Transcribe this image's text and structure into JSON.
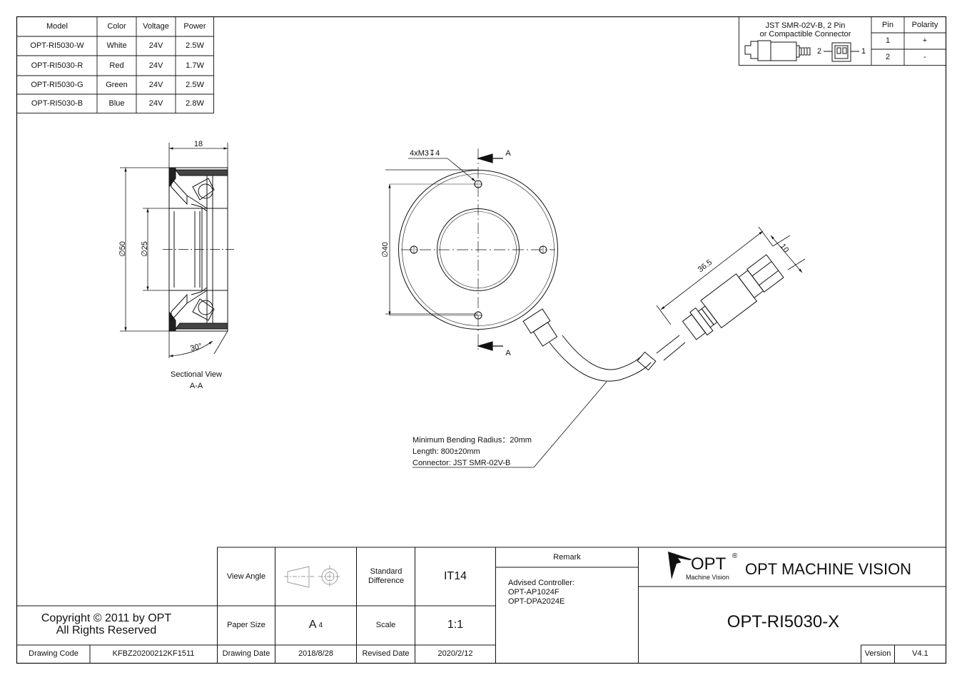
{
  "spec_table": {
    "headers": [
      "Model",
      "Color",
      "Voltage",
      "Power"
    ],
    "rows": [
      [
        "OPT-RI5030-W",
        "White",
        "24V",
        "2.5W"
      ],
      [
        "OPT-RI5030-R",
        "Red",
        "24V",
        "1.7W"
      ],
      [
        "OPT-RI5030-G",
        "Green",
        "24V",
        "2.5W"
      ],
      [
        "OPT-RI5030-B",
        "Blue",
        "24V",
        "2.8W"
      ]
    ]
  },
  "connector_table": {
    "title_line1": "JST SMR-02V-B, 2 Pin",
    "title_line2": "or Compactible Connector",
    "pin_label_2": "2",
    "pin_label_1": "1",
    "headers": [
      "Pin",
      "Polarity"
    ],
    "rows": [
      [
        "1",
        "+"
      ],
      [
        "2",
        "-"
      ]
    ]
  },
  "section_view": {
    "dim_width": "18",
    "dim_outer": "∅50",
    "dim_inner": "∅25",
    "dim_angle": "30°",
    "caption_line1": "Sectional View",
    "caption_line2": "A-A"
  },
  "front_view": {
    "hole_callout": "4xM3↧4",
    "section_mark_top": "A",
    "section_mark_bottom": "A",
    "dim_diameter": "∅40",
    "dim_connector_length": "36.5",
    "dim_connector_width": "10"
  },
  "cable_note": {
    "line1": "Minimum Bending Radius：20mm",
    "line2": "Length: 800±20mm",
    "line3": "Connector: JST SMR-02V-B"
  },
  "title_block": {
    "copyright_line1": "Copyright © 2011 by OPT",
    "copyright_line2": "All Rights Reserved",
    "drawing_code_label": "Drawing Code",
    "drawing_code": "KFBZ20200212KF1511",
    "view_angle_label": "View Angle",
    "standard_difference_label": "Standard Difference",
    "standard_difference": "IT14",
    "paper_size_label": "Paper Size",
    "paper_size": "A",
    "paper_size_sub": "4",
    "scale_label": "Scale",
    "scale": "1:1",
    "drawing_date_label": "Drawing Date",
    "drawing_date": "2018/8/28",
    "revised_date_label": "Revised Date",
    "revised_date": "2020/2/12",
    "remark_label": "Remark",
    "remark_line1": "Advised Controller:",
    "remark_line2": "OPT-AP1024F",
    "remark_line3": "OPT-DPA2024E",
    "logo_text": "OPT",
    "logo_registered": "®",
    "logo_tagline": "Machine Vision",
    "company": "OPT MACHINE VISION",
    "part_number": "OPT-RI5030-X",
    "version_label": "Version",
    "version": "V4.1"
  }
}
